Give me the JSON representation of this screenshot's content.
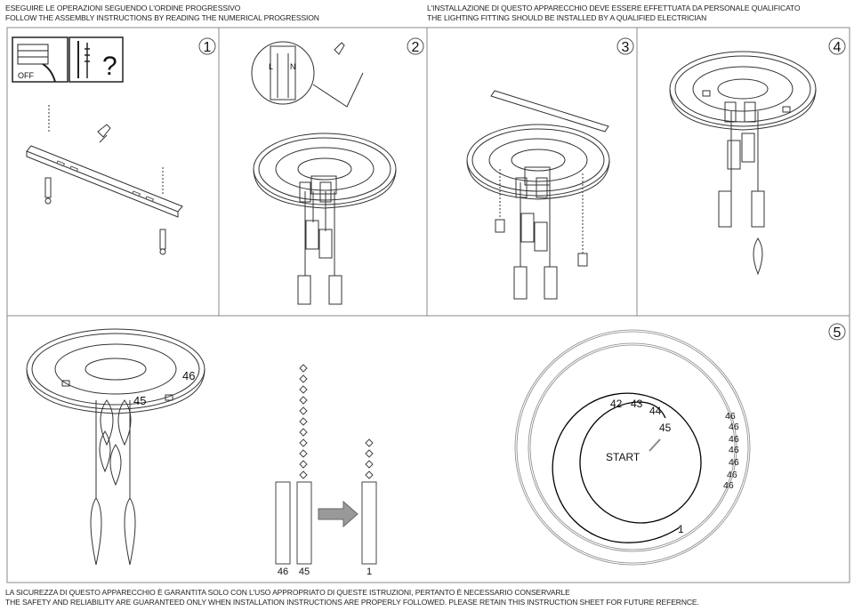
{
  "header": {
    "left_it": "ESEGUIRE LE OPERAZIONI SEGUENDO L'ORDINE PROGRESSIVO",
    "left_en": "FOLLOW THE ASSEMBLY INSTRUCTIONS BY READING THE NUMERICAL PROGRESSION",
    "right_it": "L'INSTALLAZIONE DI QUESTO APPARECCHIO DEVE ESSERE EFFETTUATA DA PERSONALE QUALIFICATO",
    "right_en": "THE LIGHTING FITTING SHOULD BE INSTALLED BY A QUALIFIED ELECTRICIAN"
  },
  "steps": {
    "s1": {
      "number": "1",
      "switch_label": "OFF",
      "question_mark": "?"
    },
    "s2": {
      "number": "2",
      "live_label": "L",
      "neutral_label": "N"
    },
    "s3": {
      "number": "3"
    },
    "s4": {
      "number": "4"
    },
    "s5": {
      "number": "5",
      "fixture_labels": [
        "46",
        "45"
      ],
      "strand_labels": [
        "46",
        "45",
        "1"
      ],
      "spiral": {
        "start_label": "START",
        "inner_labels": [
          "42",
          "43",
          "44",
          "45"
        ],
        "edge_labels": [
          "46",
          "46",
          "46",
          "46",
          "46",
          "46",
          "46"
        ],
        "end_label": "1"
      }
    }
  },
  "footer": {
    "it": "LA SICUREZZA DI QUESTO APPARECCHIO È GARANTITA SOLO CON L'USO APPROPRIATO DI QUESTE ISTRUZIONI, PERTANTO È NECESSARIO CONSERVARLE",
    "en": "THE SAFETY AND RELIABILITY ARE GUARANTEED ONLY WHEN INSTALLATION INSTRUCTIONS ARE PROPERLY FOLLOWED. PLEASE RETAIN THIS INSTRUCTION SHEET FOR FUTURE REFERNCE."
  }
}
